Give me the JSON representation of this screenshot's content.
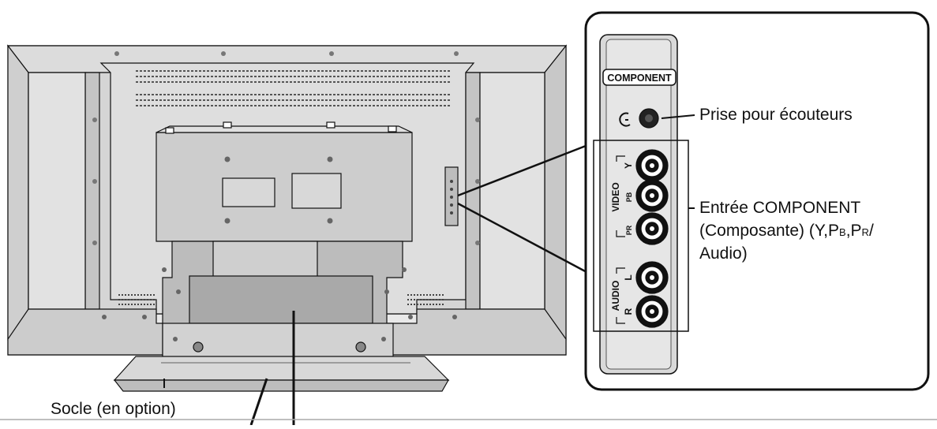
{
  "panel": {
    "header": "COMPONENT",
    "group_video": "VIDEO",
    "group_audio": "AUDIO",
    "jacks": [
      {
        "id": "Y",
        "label": "Y"
      },
      {
        "id": "PB",
        "label": "PB"
      },
      {
        "id": "PR",
        "label": "PR"
      },
      {
        "id": "L",
        "label": "L"
      },
      {
        "id": "R",
        "label": "R"
      }
    ]
  },
  "callouts": {
    "headphone": "Prise pour écouteurs",
    "component_line1": "Entrée COMPONENT",
    "component_line2_a": "(Composante) (Y,P",
    "component_line2_b": "B",
    "component_line2_c": ",P",
    "component_line2_d": "R",
    "component_line2_e": "/",
    "component_line3": "Audio)",
    "stand": "Socle (en option)"
  },
  "colors": {
    "outline": "#111111",
    "tv_body": "#d7d7d7",
    "tv_frame": "#e8e8e8",
    "tv_dark": "#9a9a9a",
    "stand": "#cfcfcf",
    "panel_fill": "#d9d9d9"
  }
}
